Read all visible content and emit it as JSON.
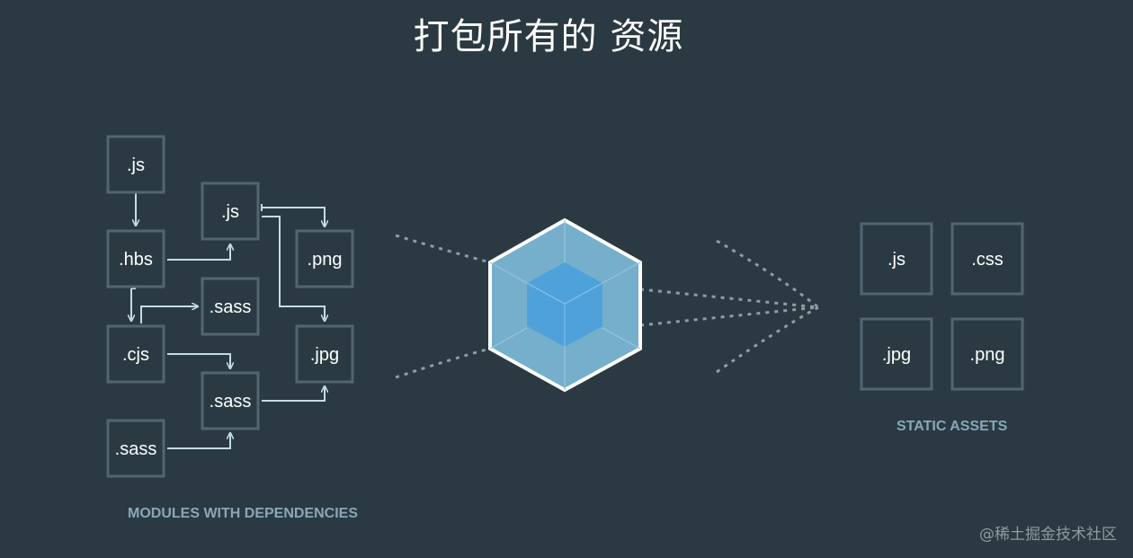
{
  "title": "打包所有的 资源",
  "modules": {
    "caption": "MODULES WITH DEPENDENCIES",
    "boxes": [
      ".js",
      ".hbs",
      ".cjs",
      ".sass",
      ".js",
      ".sass",
      ".sass",
      ".png",
      ".jpg"
    ]
  },
  "assets": {
    "caption": "STATIC ASSETS",
    "boxes": [
      ".js",
      ".css",
      ".jpg",
      ".png"
    ]
  },
  "center_icon": "webpack-cube-icon",
  "watermark": "@稀土掘金技术社区",
  "colors": {
    "background": "#2b3a42",
    "box_border": "#536571",
    "caption": "#8aa6b8",
    "connector": "#c3dbe6",
    "cube_outer": "#75afcc",
    "cube_inner": "#4fa2d9"
  }
}
